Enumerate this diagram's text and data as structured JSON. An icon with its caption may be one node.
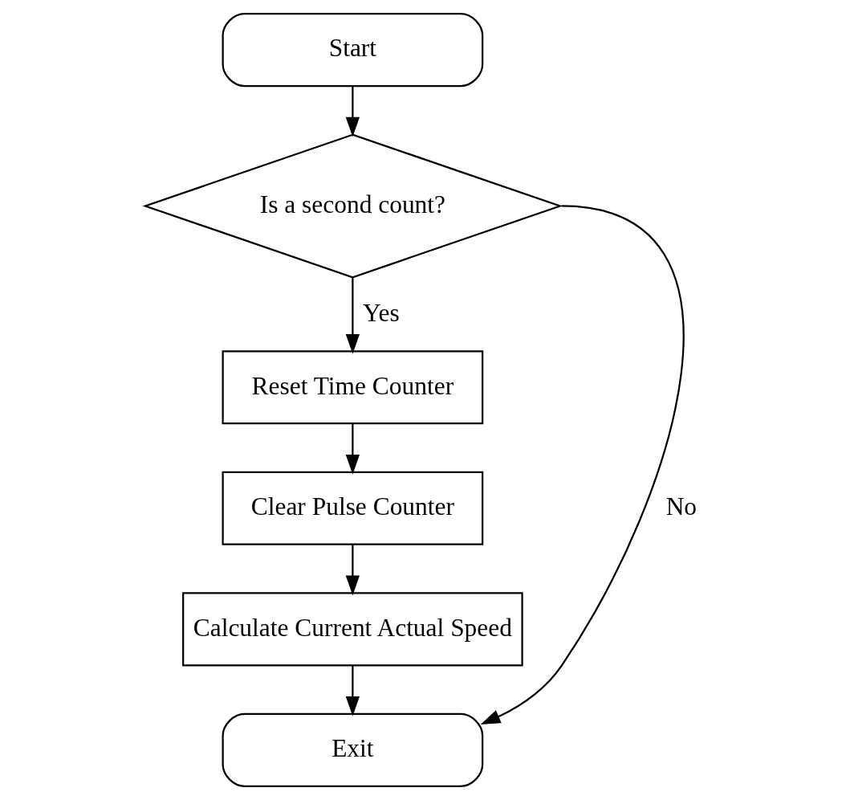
{
  "diagram": {
    "nodes": [
      {
        "text": [
          "Start"
        ]
      },
      {
        "text": [
          "Is a second count?"
        ]
      },
      {
        "text": [
          "Reset Time Counter"
        ]
      },
      {
        "text": [
          "Clear Pulse Counter"
        ]
      },
      {
        "text": [
          "Calculate Current Actual Speed"
        ]
      },
      {
        "text": [
          "Exit"
        ]
      }
    ],
    "edges": [
      {
        "from": 0,
        "to": 1,
        "arrow": "to"
      },
      {
        "from": 1,
        "to": 2,
        "arrow": "to",
        "label": "Yes"
      },
      {
        "from": 2,
        "to": 3,
        "arrow": "to"
      },
      {
        "from": 3,
        "to": 4,
        "arrow": "to"
      },
      {
        "from": 4,
        "to": 5,
        "arrow": "to"
      },
      {
        "from": 1,
        "to": 5,
        "arrow": "to",
        "label": "No"
      }
    ]
  }
}
